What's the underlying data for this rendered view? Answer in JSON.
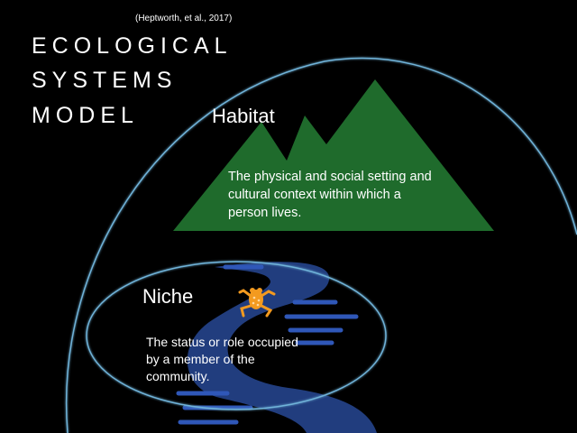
{
  "citation": "(Heptworth, et al., 2017)",
  "title_lines": [
    "ECOLOGICAL",
    "SYSTEMS",
    "MODEL"
  ],
  "habitat": {
    "label": "Habitat",
    "description": "The physical and social setting and cultural context within which a person lives."
  },
  "niche": {
    "label": "Niche",
    "description": "The status or role occupied by a member of the community."
  },
  "colors": {
    "background": "#000000",
    "outline": "#6fb3d9",
    "mountains": "#1f6b2c",
    "river": "#213d7e",
    "river_highlight": "#2f57b8",
    "frog": "#f39a1f"
  },
  "icons": [
    "mountain-icon",
    "river-icon",
    "frog-icon"
  ]
}
